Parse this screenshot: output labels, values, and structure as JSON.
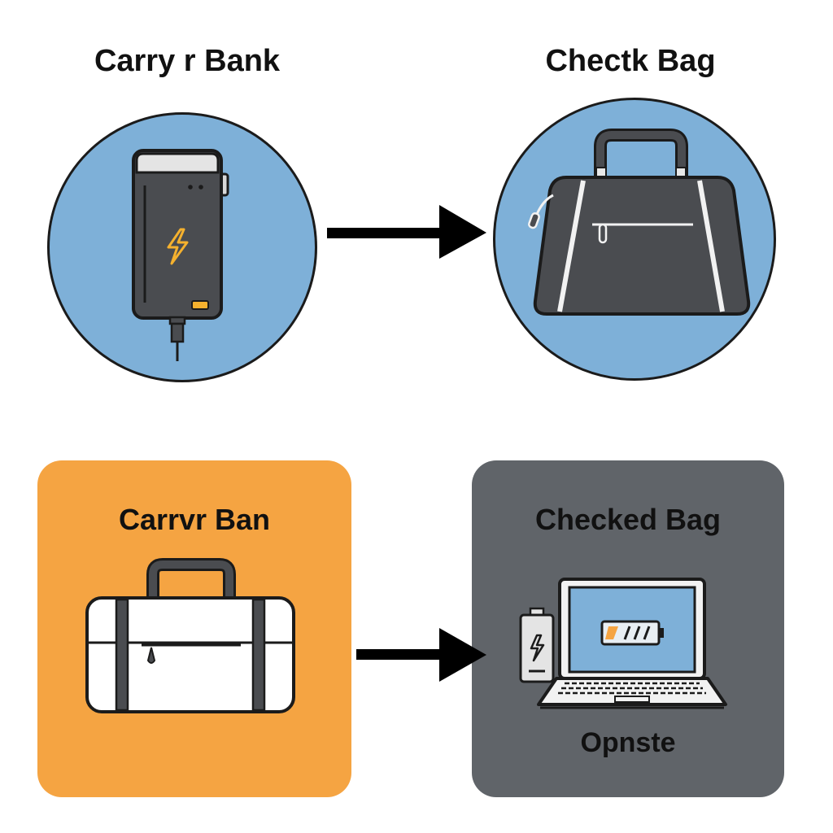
{
  "top_row": {
    "left_title": "Carry r Bank",
    "right_title": "Chectk Bag"
  },
  "bottom_row": {
    "left_title": "Carrvr Ban",
    "right_title": "Checked Bag",
    "right_caption": "Opnste"
  },
  "colors": {
    "circle_fill": "#7eb0d8",
    "panel_orange": "#f5a442",
    "panel_gray": "#606469",
    "device_dark": "#4a4c50",
    "accent_yellow": "#f5b12e",
    "arrow": "#000000"
  },
  "icons": [
    "power-bank-icon",
    "duffel-bag-icon",
    "suitcase-icon",
    "laptop-icon",
    "battery-icon",
    "lightning-icon",
    "arrow-right-icon"
  ]
}
